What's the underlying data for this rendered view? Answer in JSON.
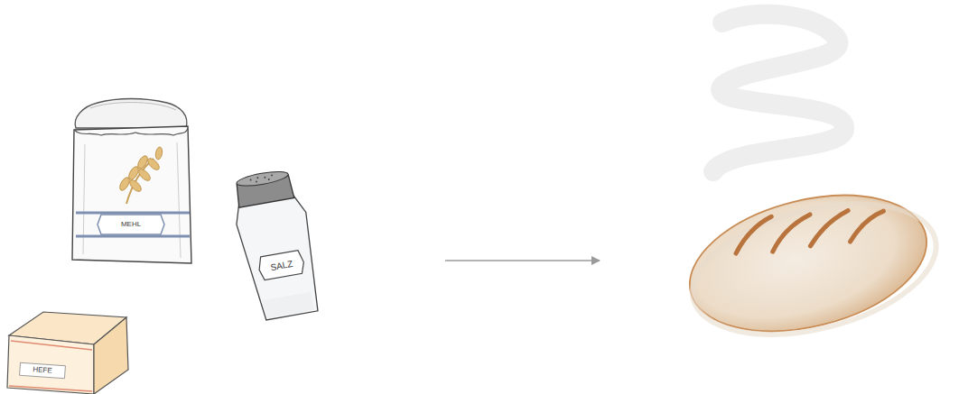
{
  "diagram": {
    "labels": [
      "MEHL",
      "SALZ",
      "HEFE"
    ]
  }
}
